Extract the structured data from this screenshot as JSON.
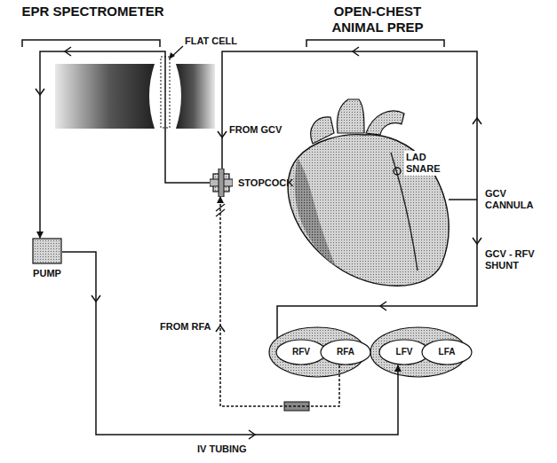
{
  "diagram": {
    "nodes": [
      {
        "text": [
          "PUMP"
        ]
      },
      {
        "text": [
          "STOPCOCK"
        ]
      },
      {
        "text": [
          "RFV"
        ]
      },
      {
        "text": [
          "RFA"
        ]
      },
      {
        "text": [
          "LFV"
        ]
      },
      {
        "text": [
          "LFA"
        ]
      }
    ],
    "edges": [
      {
        "from": 1,
        "to": 0,
        "arrow": "to"
      },
      {
        "from": 0,
        "to": 4,
        "arrow": "to"
      },
      {
        "from": 3,
        "to": 1,
        "arrow": "to"
      }
    ],
    "labels": [
      "EPR SPECTROMETER",
      "OPEN-CHEST ANIMAL PREP",
      "FLAT CELL",
      "FROM GCV",
      "LAD SNARE",
      "GCV CANNULA",
      "GCV - RFV SHUNT",
      "FROM RFA",
      "IV TUBING"
    ]
  }
}
